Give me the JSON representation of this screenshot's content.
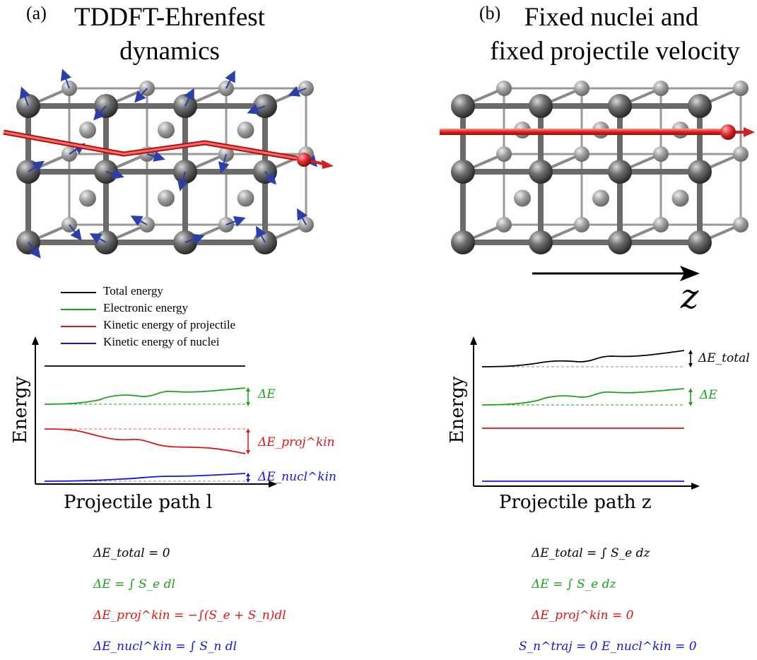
{
  "panel_a": {
    "label": "(a)",
    "title_line1": "TDDFT-Ehrenfest",
    "title_line2": "dynamics",
    "legend": [
      {
        "text": "Total energy",
        "color": "#000000"
      },
      {
        "text": "Electronic energy",
        "color": "#1aa31a"
      },
      {
        "text": "Kinetic energy of projectile",
        "color": "#e01414"
      },
      {
        "text": "Kinetic energy of nuclei",
        "color": "#1414e0"
      }
    ],
    "y_axis_label": "Energy",
    "x_axis_label": "Projectile path l",
    "delta_labels": {
      "electronic": "ΔE",
      "projectile": "ΔE_proj^kin",
      "nuclei": "ΔE_nucl^kin"
    },
    "equations": [
      {
        "text": "ΔE_total = 0",
        "color": "#000000"
      },
      {
        "text": "ΔE = ∫ S_e dl",
        "color": "#1aa31a"
      },
      {
        "text": "ΔE_proj^kin = −∫(S_e + S_n)dl",
        "color": "#e01414"
      },
      {
        "text": "ΔE_nucl^kin = ∫ S_n dl",
        "color": "#1414e0"
      }
    ]
  },
  "panel_b": {
    "label": "(b)",
    "title_line1": "Fixed nuclei and",
    "title_line2": "fixed projectile velocity",
    "direction_label": "z",
    "y_axis_label": "Energy",
    "x_axis_label": "Projectile path z",
    "delta_labels": {
      "total": "ΔE_total",
      "electronic": "ΔE"
    },
    "equations": [
      {
        "text": "ΔE_total = ∫ S_e dz",
        "color": "#000000"
      },
      {
        "text": "ΔE = ∫ S_e dz",
        "color": "#1aa31a"
      },
      {
        "text": "ΔE_proj^kin = 0",
        "color": "#e01414"
      },
      {
        "text": "S_n^traj = 0  E_nucl^kin = 0",
        "color": "#1414e0"
      }
    ]
  },
  "colors": {
    "total": "#000000",
    "electronic": "#1aa31a",
    "projectile": "#e01414",
    "nuclei": "#1414e0",
    "atom": "#555555",
    "bond": "#8a8a8a",
    "arrow": "#2a3fa8"
  }
}
